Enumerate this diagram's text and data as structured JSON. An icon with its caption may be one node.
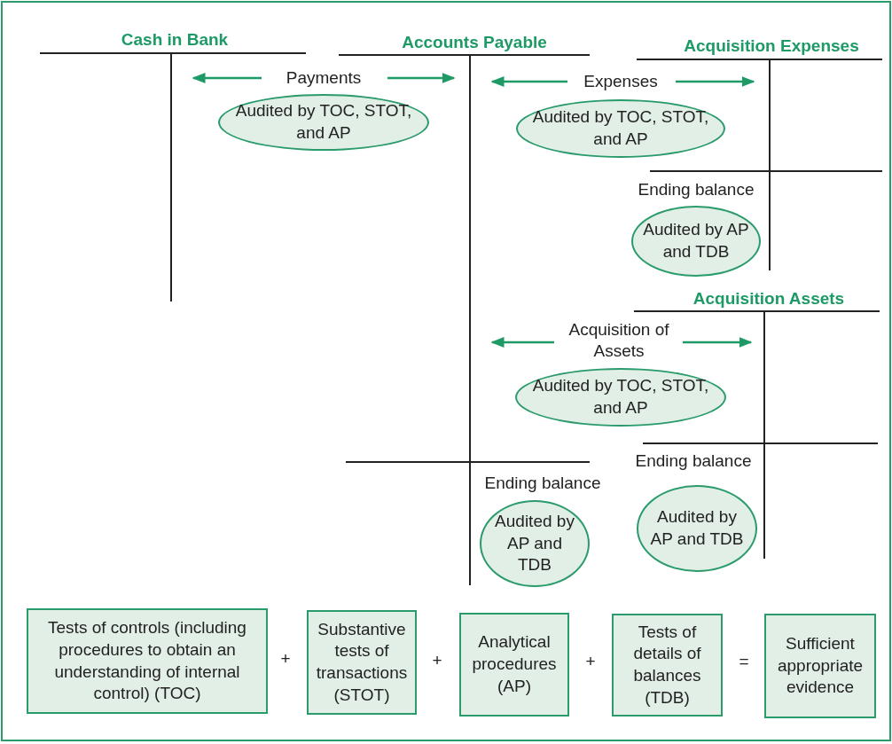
{
  "diagram": {
    "nodes": [
      {
        "text": [
          "Audited by TOC, STOT, and AP"
        ]
      },
      {
        "text": [
          "Audited by TOC, STOT, and AP"
        ]
      },
      {
        "text": [
          "Audited by AP and TDB"
        ]
      },
      {
        "text": [
          "Audited by TOC, STOT, and AP"
        ]
      },
      {
        "text": [
          "Audited by AP and TDB"
        ]
      },
      {
        "text": [
          "Audited by AP and TDB"
        ]
      },
      {
        "text": [
          "Tests of controls (including procedures to obtain an understanding of internal control) (TOC)"
        ]
      },
      {
        "text": [
          "Substantive tests of transactions (STOT)"
        ]
      },
      {
        "text": [
          "Analytical procedures (AP)"
        ]
      },
      {
        "text": [
          "Tests of details of balances (TDB)"
        ]
      },
      {
        "text": [
          "Sufficient appropriate evidence"
        ]
      }
    ],
    "labels": [
      "Cash in Bank",
      "Accounts Payable",
      "Acquisition Expenses",
      "Payments",
      "Expenses",
      "Ending balance",
      "Acquisition Assets",
      "Acquisition of Assets",
      "Ending balance",
      "Ending balance",
      "+",
      "+",
      "+",
      "="
    ]
  }
}
